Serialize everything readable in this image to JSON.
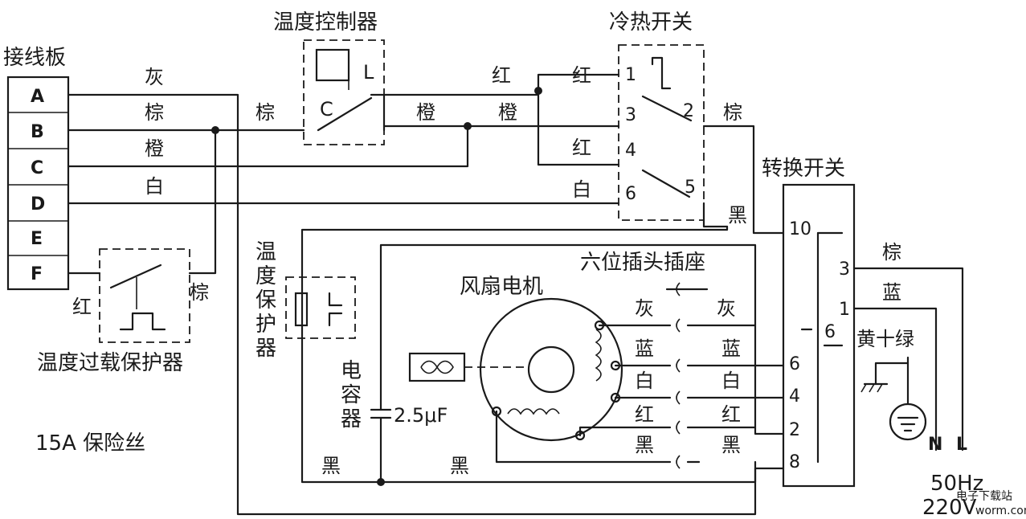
{
  "titles": {
    "terminal_board": "接线板",
    "thermostat": "温度控制器",
    "cool_heat_switch": "冷热开关",
    "selector_switch": "转换开关",
    "overload_protector": "温度过载保护器",
    "thermal_protector": "温度保护器",
    "six_pin_socket": "六位插头插座",
    "fan_motor": "风扇电机",
    "capacitor": "电容器",
    "fuse": "15A 保险丝"
  },
  "terminal_board": {
    "rows": [
      "A",
      "B",
      "C",
      "D",
      "E",
      "F"
    ]
  },
  "wire_colors": {
    "gray": "灰",
    "brown": "棕",
    "orange": "橙",
    "white": "白",
    "red": "红",
    "black": "黑",
    "blue": "蓝",
    "yellow_green": "黄十绿"
  },
  "thermostat": {
    "contact_c": "C",
    "contact_l": "L"
  },
  "cool_heat_switch": {
    "terminals": [
      "1",
      "2",
      "3",
      "4",
      "5",
      "6"
    ]
  },
  "selector_switch": {
    "terminals": [
      "10",
      "6",
      "4",
      "2",
      "8",
      "3",
      "1",
      "6"
    ]
  },
  "capacitor": {
    "value": "2.5μF"
  },
  "mains": {
    "neutral": "N",
    "live": "L",
    "frequency": "50Hz",
    "voltage": "220V"
  },
  "watermark": {
    "text": "电子下载站",
    "url": "worm.com"
  }
}
